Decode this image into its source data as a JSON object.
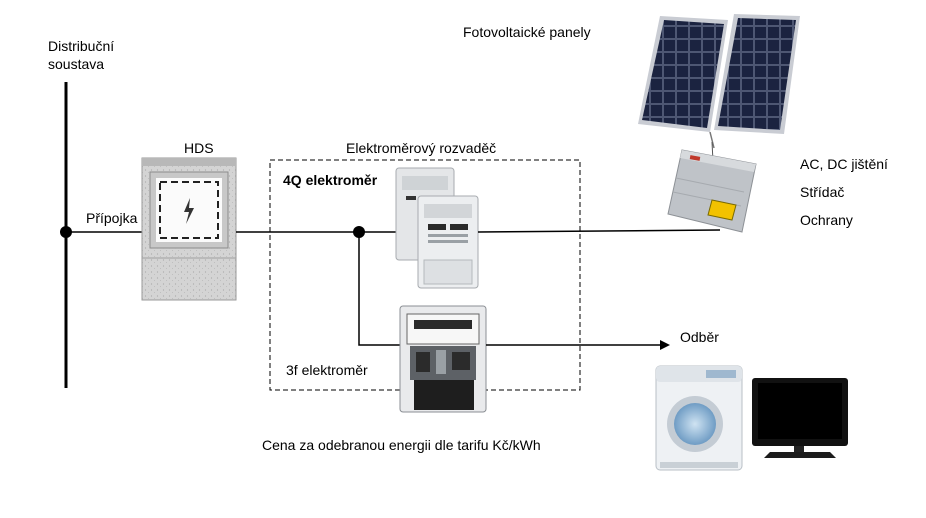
{
  "labels": {
    "grid_line1": "Distribuční",
    "grid_line2": "soustava",
    "connection": "Přípojka",
    "hds": "HDS",
    "meter_cabinet": "Elektroměrový rozvaděč",
    "meter_4q": "4Q elektroměr",
    "meter_3f": "3f elektroměr",
    "pv_panels": "Fotovoltaické panely",
    "inverter_item1": "AC, DC jištění",
    "inverter_item2": "Střídač",
    "inverter_item3": "Ochrany",
    "consumption": "Odběr",
    "price_note": "Cena za odebranou energii dle tarifu Kč/kWh"
  },
  "colors": {
    "line": "#000000",
    "panel_cell": "#1b2340",
    "panel_frame": "#c9ccd3",
    "meter_body": "#e4e6e8",
    "meter_dark": "#2a2a2a",
    "inverter_body": "#bfc3c8",
    "inverter_display": "#f2c200",
    "hds_body": "#d2d2d2",
    "washer_body": "#eef1f4",
    "washer_door": "#8fb6d8",
    "tv_screen": "#111111"
  },
  "icons": [
    "lightning-icon",
    "solar-panel-icon",
    "inverter-icon",
    "meter-icon",
    "washing-machine-icon",
    "tv-icon"
  ]
}
